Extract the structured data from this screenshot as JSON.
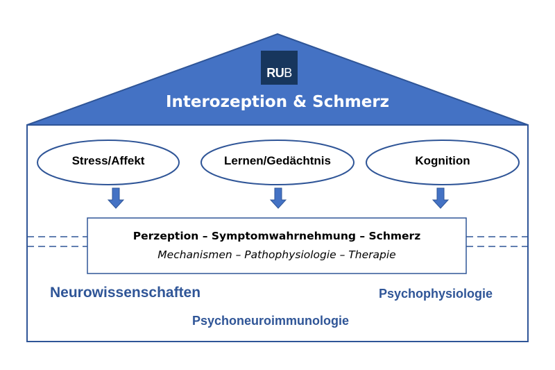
{
  "logo": {
    "text_bold": "RU",
    "text_light": "B"
  },
  "roof": {
    "title": "Interozeption & Schmerz"
  },
  "ovals": [
    {
      "label": "Stress/Affekt"
    },
    {
      "label": "Lernen/Gedächtnis"
    },
    {
      "label": "Kognition"
    }
  ],
  "center_box": {
    "line1": "Perzeption – Symptomwahrnehmung – Schmerz",
    "line2": "Mechanismen – Pathophysiologie – Therapie"
  },
  "fields": {
    "left": "Neurowissenschaften",
    "right": "Psychophysiologie",
    "bottom": "Psychoneuroimmunologie"
  },
  "colors": {
    "roof_fill": "#4472c4",
    "outline": "#2f5597",
    "field_text": "#2f5597",
    "logo_bg": "#17365d"
  }
}
